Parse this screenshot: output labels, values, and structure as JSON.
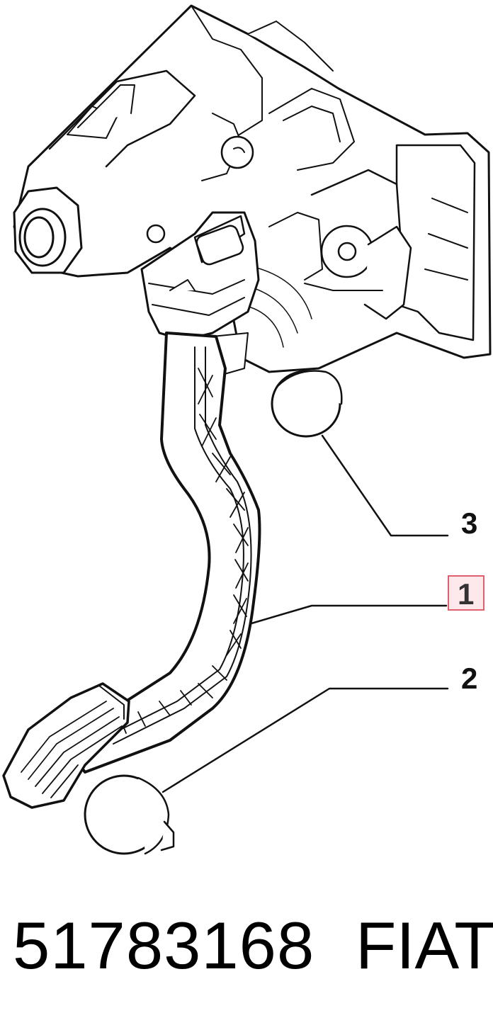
{
  "callouts": {
    "part_1": "1",
    "part_2": "2",
    "part_3": "3"
  },
  "caption": {
    "part_number": "51783168",
    "brand": "FIAT"
  },
  "colors": {
    "line": "#111111",
    "highlight_border": "#e06070",
    "highlight_fill": "#fde8ec"
  }
}
